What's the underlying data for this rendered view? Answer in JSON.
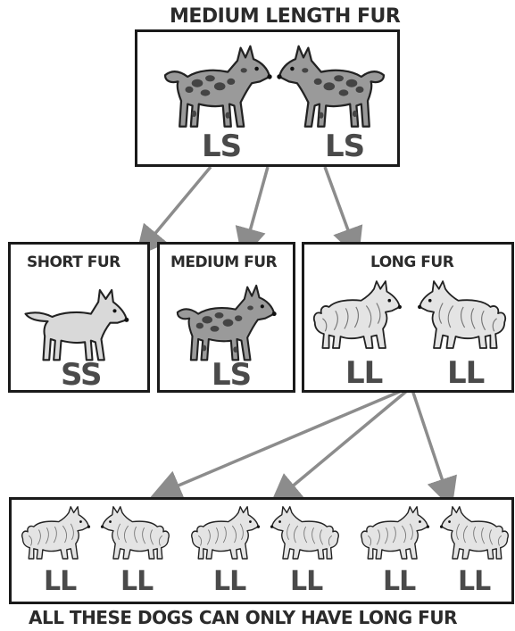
{
  "top": {
    "title": "MEDIUM LENGTH FUR",
    "genotypes": [
      "LS",
      "LS"
    ]
  },
  "middle": {
    "short": {
      "title": "SHORT FUR",
      "genotype": "SS"
    },
    "medium": {
      "title": "MEDIUM FUR",
      "genotype": "LS"
    },
    "long": {
      "title": "LONG FUR",
      "genotypes": [
        "LL",
        "LL"
      ]
    }
  },
  "bottom": {
    "genotypes": [
      "LL",
      "LL",
      "LL",
      "LL",
      "LL",
      "LL"
    ],
    "caption": "ALL THESE DOGS CAN ONLY HAVE LONG FUR"
  },
  "colors": {
    "border": "#1a1a1a",
    "arrow": "#8c8c8c",
    "genotype": "#4a4a4a"
  },
  "icons": {
    "medium_dog": "spotted-dog-icon",
    "short_dog": "short-fur-dog-icon",
    "long_dog": "long-fur-dog-icon"
  }
}
